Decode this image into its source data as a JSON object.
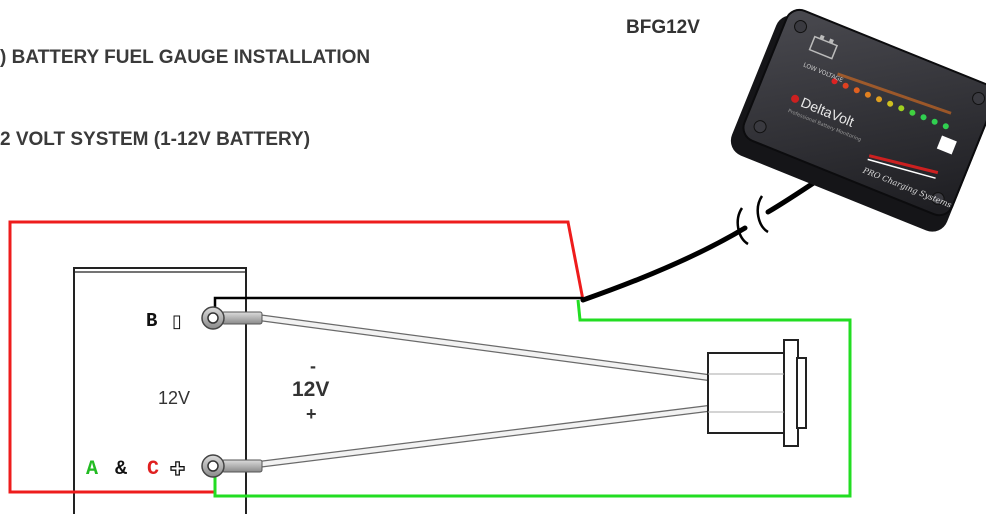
{
  "header": {
    "title": ") BATTERY FUEL GAUGE INSTALLATION",
    "subtitle": "2 VOLT SYSTEM (1-12V BATTERY)"
  },
  "device": {
    "model": "BFG12V",
    "brand": "DeltaVolt",
    "brand_tagline": "Professional Battery Monitoring",
    "low_voltage_label": "LOW VOLTAGE",
    "footer_label": "PRO Charging Systems"
  },
  "battery": {
    "b_label": "B",
    "b_symbol": "▯",
    "voltage_label": "12V",
    "a_label": "A",
    "amp_label": "&",
    "c_label": "C",
    "plus_symbol": "✚"
  },
  "voltage_marker": {
    "minus": "-",
    "value": "12V",
    "plus": "+"
  },
  "colors": {
    "red_wire": "#ee1c1c",
    "green_wire": "#22dd22",
    "black_wire": "#000000",
    "label_a": "#22bb22",
    "label_c": "#e02020",
    "device_body": "#2c2c30"
  }
}
